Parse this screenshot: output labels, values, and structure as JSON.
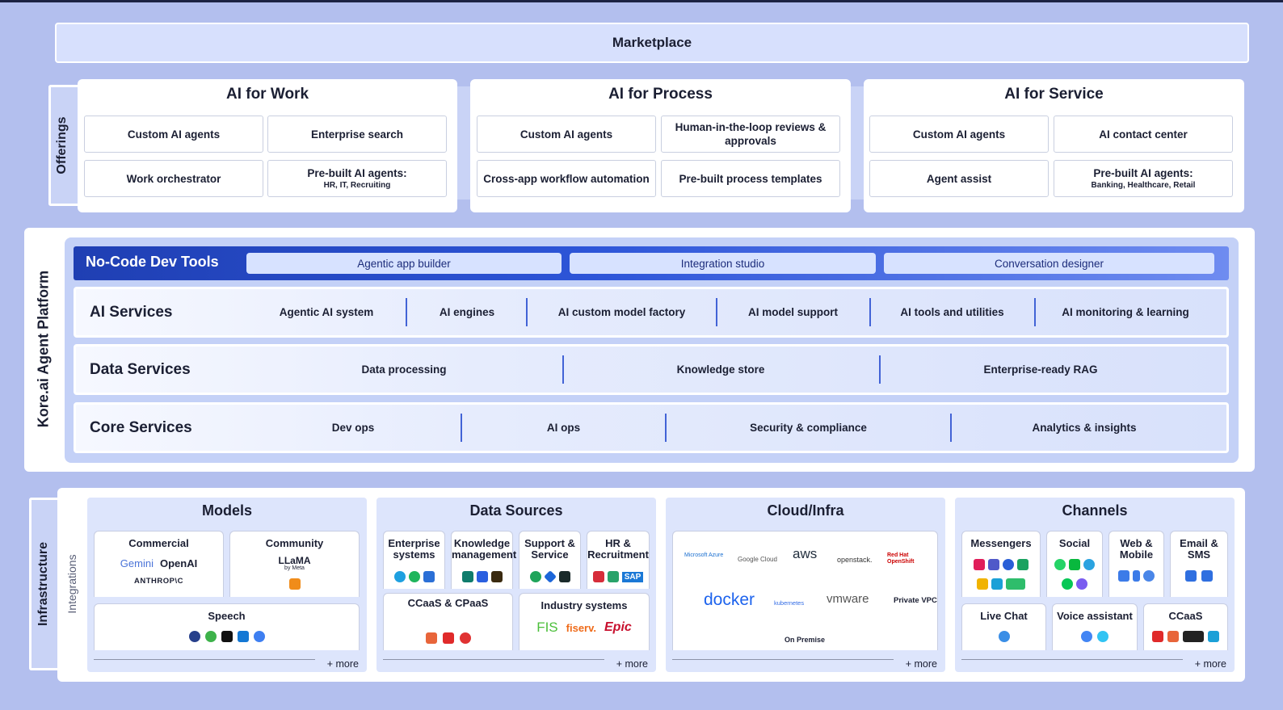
{
  "marketplace": {
    "label": "Marketplace"
  },
  "offerings": {
    "label": "Offerings",
    "columns": [
      {
        "title": "AI for Work",
        "cards": [
          {
            "text": "Custom AI agents",
            "sub": ""
          },
          {
            "text": "Enterprise search",
            "sub": ""
          },
          {
            "text": "Work orchestrator",
            "sub": ""
          },
          {
            "text": "Pre-built AI agents:",
            "sub": "HR, IT, Recruiting"
          }
        ]
      },
      {
        "title": "AI for Process",
        "cards": [
          {
            "text": "Custom AI agents",
            "sub": ""
          },
          {
            "text": "Human-in-the-loop reviews & approvals",
            "sub": ""
          },
          {
            "text": "Cross-app workflow automation",
            "sub": ""
          },
          {
            "text": "Pre-built process templates",
            "sub": ""
          }
        ]
      },
      {
        "title": "AI for Service",
        "cards": [
          {
            "text": "Custom AI agents",
            "sub": ""
          },
          {
            "text": "AI contact center",
            "sub": ""
          },
          {
            "text": "Agent assist",
            "sub": ""
          },
          {
            "text": "Pre-built AI agents:",
            "sub": "Banking, Healthcare, Retail"
          }
        ]
      }
    ]
  },
  "platform": {
    "label": "Kore.ai Agent Platform",
    "nocode": {
      "title": "No-Code Dev Tools",
      "items": [
        "Agentic app builder",
        "Integration studio",
        "Conversation designer"
      ]
    },
    "rows": [
      {
        "title": "AI Services",
        "items": [
          "Agentic AI system",
          "AI engines",
          "AI custom model factory",
          "AI model support",
          "AI tools and utilities",
          "AI monitoring & learning"
        ]
      },
      {
        "title": "Data Services",
        "items": [
          "Data processing",
          "Knowledge store",
          "Enterprise-ready RAG"
        ]
      },
      {
        "title": "Core Services",
        "items": [
          "Dev ops",
          "AI ops",
          "Security & compliance",
          "Analytics & insights"
        ]
      }
    ]
  },
  "infrastructure": {
    "label": "Infrastructure",
    "integrations_label": "Integrations",
    "more_label": "+ more",
    "models": {
      "title": "Models",
      "commercial": {
        "title": "Commercial",
        "logos": [
          "Gemini",
          "OpenAI",
          "ANTHROP\\C"
        ]
      },
      "community": {
        "title": "Community",
        "logos": [
          "LLaMA",
          "by Meta"
        ]
      },
      "speech": {
        "title": "Speech"
      }
    },
    "data_sources": {
      "title": "Data Sources",
      "enterprise": {
        "title": "Enterprise systems"
      },
      "knowledge": {
        "title": "Knowledge management"
      },
      "support": {
        "title": "Support & Service"
      },
      "hr": {
        "title": "HR & Recruitment",
        "logos": [
          "SAP"
        ]
      },
      "ccaas": {
        "title": "CCaaS & CPaaS"
      },
      "industry": {
        "title": "Industry systems",
        "logos": [
          "FIS",
          "fiserv.",
          "Epic"
        ]
      }
    },
    "cloud": {
      "title": "Cloud/Infra",
      "logos": [
        "Microsoft Azure",
        "Google Cloud",
        "aws",
        "openstack.",
        "Red Hat OpenShift",
        "docker",
        "kubernetes",
        "vmware",
        "Private VPC",
        "On Premise"
      ]
    },
    "channels": {
      "title": "Channels",
      "messengers": {
        "title": "Messengers"
      },
      "social": {
        "title": "Social"
      },
      "web": {
        "title": "Web & Mobile"
      },
      "email": {
        "title": "Email & SMS"
      },
      "livechat": {
        "title": "Live Chat"
      },
      "voice": {
        "title": "Voice assistant"
      },
      "ccaas": {
        "title": "CCaaS"
      }
    }
  },
  "colors": {
    "background": "#b3bfee",
    "accent": "#2d55d8",
    "card": "#ffffff"
  }
}
